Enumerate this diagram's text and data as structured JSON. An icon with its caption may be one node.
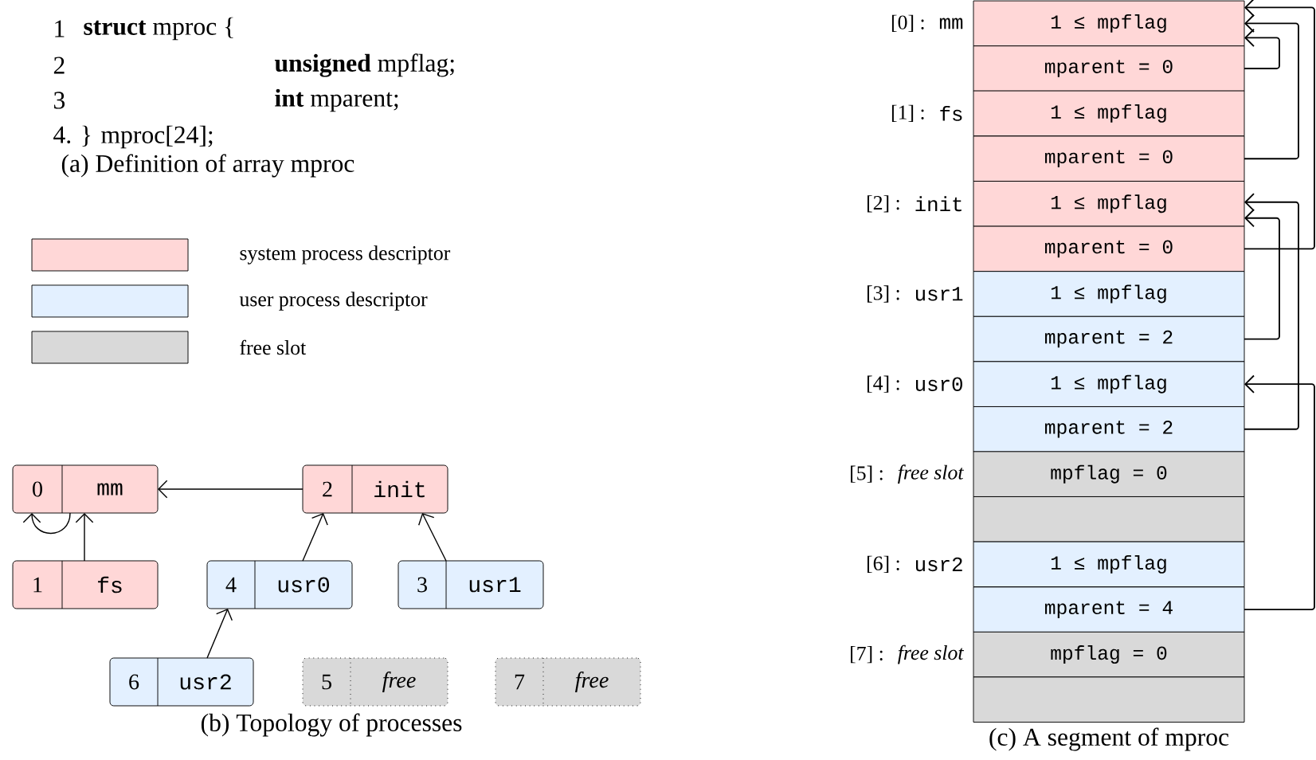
{
  "diagram": {
    "nodes": [
      {
        "text": [
          "0",
          "mm"
        ]
      },
      {
        "text": [
          "2",
          "init"
        ]
      },
      {
        "text": [
          "1",
          "fs"
        ]
      },
      {
        "text": [
          "4",
          "usr0"
        ]
      },
      {
        "text": [
          "3",
          "usr1"
        ]
      },
      {
        "text": [
          "6",
          "usr2"
        ]
      },
      {
        "text": [
          "5",
          "free"
        ]
      },
      {
        "text": [
          "7",
          "free"
        ]
      },
      {
        "text": [
          "1 ≤ mpflag"
        ],
        "beside": [
          "[0] :",
          "mm"
        ]
      },
      {
        "text": [
          "mparent = 0"
        ]
      },
      {
        "text": [
          "1 ≤ mpflag"
        ],
        "beside": [
          "[1] :",
          "fs"
        ]
      },
      {
        "text": [
          "mparent = 0"
        ]
      },
      {
        "text": [
          "1 ≤ mpflag"
        ],
        "beside": [
          "[2] :",
          "init"
        ]
      },
      {
        "text": [
          "mparent = 0"
        ]
      },
      {
        "text": [
          "1 ≤ mpflag"
        ],
        "beside": [
          "[3] :",
          "usr1"
        ]
      },
      {
        "text": [
          "mparent = 2"
        ]
      },
      {
        "text": [
          "1 ≤ mpflag"
        ],
        "beside": [
          "[4] :",
          "usr0"
        ]
      },
      {
        "text": [
          "mparent = 2"
        ]
      },
      {
        "text": [
          "mpflag = 0"
        ],
        "beside": [
          "[5] :",
          "free slot"
        ]
      },
      {
        "text": [],
        "shape": "box"
      },
      {
        "text": [
          "1 ≤ mpflag"
        ],
        "beside": [
          "[6] :",
          "usr2"
        ]
      },
      {
        "text": [
          "mparent = 4"
        ]
      },
      {
        "text": [
          "mpflag = 0"
        ],
        "beside": [
          "[7] :",
          "free slot"
        ]
      },
      {
        "text": [],
        "shape": "box"
      }
    ],
    "edges": [
      {
        "from": 0,
        "to": 0,
        "arrow": "to"
      },
      {
        "from": 1,
        "to": 0,
        "arrow": "to"
      },
      {
        "from": 2,
        "to": 0,
        "arrow": "to"
      },
      {
        "from": 3,
        "to": 1,
        "arrow": "to"
      },
      {
        "from": 4,
        "to": 1,
        "arrow": "to"
      },
      {
        "from": 5,
        "to": 3,
        "arrow": "to"
      },
      {
        "from": 9,
        "to": 8,
        "arrow": "to"
      },
      {
        "from": 11,
        "to": 8,
        "arrow": "to"
      },
      {
        "from": 13,
        "to": 8,
        "arrow": "to"
      },
      {
        "from": 15,
        "to": 12,
        "arrow": "to"
      },
      {
        "from": 17,
        "to": 12,
        "arrow": "to"
      },
      {
        "from": 21,
        "to": 16,
        "arrow": "to"
      }
    ],
    "labels": [
      "1",
      "**struct** mproc {",
      "2",
      "**unsigned** mpflag;",
      "3",
      "**int** mparent;",
      "4. } mproc[24];",
      "(a) Definition of array mproc",
      "(b) Topology of processes",
      "(c) A segment of mproc"
    ],
    "legend": [
      {
        "text": "system process descriptor",
        "color": "#ffd7d7"
      },
      {
        "text": "user process descriptor",
        "color": "#e3f0ff"
      },
      {
        "text": "free slot",
        "color": "#d9d9d9"
      }
    ]
  }
}
